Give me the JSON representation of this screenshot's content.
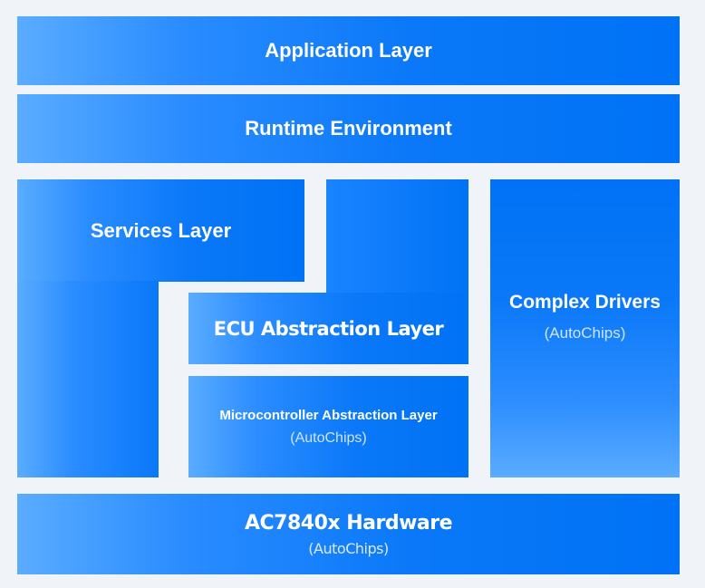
{
  "diagram": {
    "type": "layered-architecture",
    "layers": {
      "application": {
        "title": "Application Layer"
      },
      "runtime": {
        "title": "Runtime Environment"
      },
      "services": {
        "title": "Services Layer"
      },
      "ecu_abstraction": {
        "title": "ECU Abstraction Layer"
      },
      "mcal": {
        "title": "Microcontroller Abstraction Layer",
        "vendor": "(AutoChips)"
      },
      "complex_drivers": {
        "title": "Complex Drivers",
        "vendor": "(AutoChips)"
      },
      "hardware": {
        "title": "AC7840x Hardware",
        "vendor": "(AutoChips)"
      }
    },
    "colors": {
      "background": "#f0f3f7",
      "block_dark": "#0072f5",
      "block_light": "#5aacff",
      "text": "#ffffff"
    }
  }
}
